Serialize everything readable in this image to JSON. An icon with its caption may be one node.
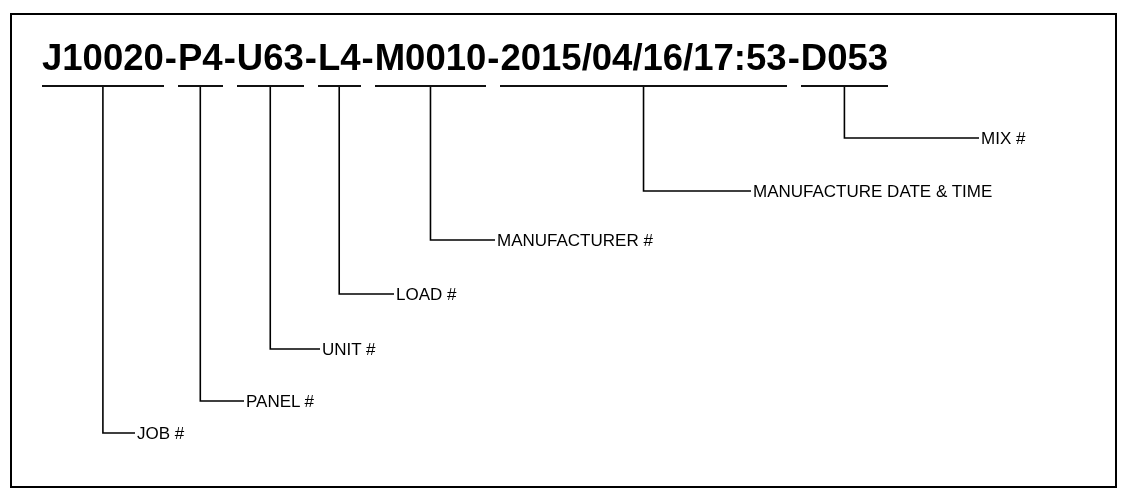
{
  "diagram": {
    "nodes": [
      {
        "text": [
          "J10020"
        ]
      },
      {
        "text": [
          "P4"
        ]
      },
      {
        "text": [
          "U63"
        ]
      },
      {
        "text": [
          "L4"
        ]
      },
      {
        "text": [
          "M0010"
        ]
      },
      {
        "text": [
          "2015/04/16/17:53"
        ]
      },
      {
        "text": [
          "D053"
        ]
      },
      {
        "text": [
          "MIX #"
        ]
      },
      {
        "text": [
          "MANUFACTURE DATE & TIME"
        ]
      },
      {
        "text": [
          "MANUFACTURER #"
        ]
      },
      {
        "text": [
          "LOAD #"
        ]
      },
      {
        "text": [
          "UNIT #"
        ]
      },
      {
        "text": [
          "PANEL #"
        ]
      },
      {
        "text": [
          "JOB #"
        ]
      }
    ],
    "edges": [
      {
        "from": 7,
        "to": 6,
        "arrow": "none"
      },
      {
        "from": 8,
        "to": 5,
        "arrow": "none"
      },
      {
        "from": 9,
        "to": 4,
        "arrow": "none"
      },
      {
        "from": 10,
        "to": 3,
        "arrow": "none"
      },
      {
        "from": 11,
        "to": 2,
        "arrow": "none"
      },
      {
        "from": 12,
        "to": 1,
        "arrow": "none"
      },
      {
        "from": 13,
        "to": 0,
        "arrow": "none"
      }
    ],
    "labels": [
      "-",
      "-",
      "-",
      "-",
      "-",
      "-"
    ]
  }
}
